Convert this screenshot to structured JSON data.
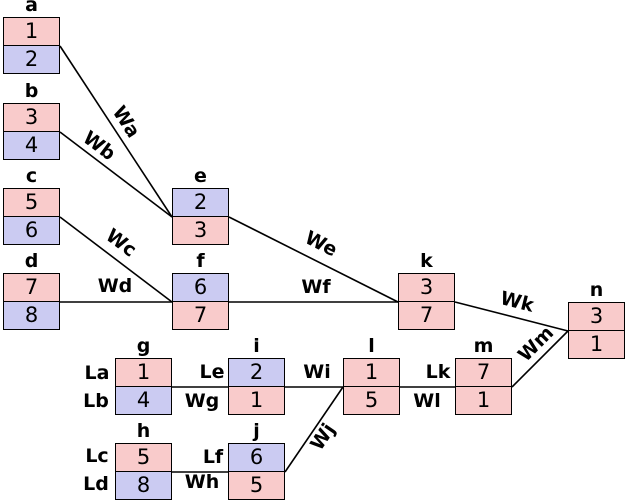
{
  "colors": {
    "cell_pink": "#f9cbcb",
    "cell_blue": "#cbcbf2",
    "edge_stroke": "#000000",
    "background": "#ffffff",
    "text": "#000000"
  },
  "nodes": {
    "a": {
      "name": "a",
      "cells": [
        "1",
        "2"
      ]
    },
    "b": {
      "name": "b",
      "cells": [
        "3",
        "4"
      ]
    },
    "c": {
      "name": "c",
      "cells": [
        "5",
        "6"
      ]
    },
    "d": {
      "name": "d",
      "cells": [
        "7",
        "8"
      ]
    },
    "e": {
      "name": "e",
      "cells": [
        "2",
        "3"
      ]
    },
    "f": {
      "name": "f",
      "cells": [
        "6",
        "7"
      ]
    },
    "g": {
      "name": "g",
      "cells": [
        "1",
        "4"
      ]
    },
    "h": {
      "name": "h",
      "cells": [
        "5",
        "8"
      ]
    },
    "i": {
      "name": "i",
      "cells": [
        "2",
        "1"
      ]
    },
    "j": {
      "name": "j",
      "cells": [
        "6",
        "5"
      ]
    },
    "k": {
      "name": "k",
      "cells": [
        "3",
        "7"
      ]
    },
    "l": {
      "name": "l",
      "cells": [
        "1",
        "5"
      ]
    },
    "m": {
      "name": "m",
      "cells": [
        "7",
        "1"
      ]
    },
    "n": {
      "name": "n",
      "cells": [
        "3",
        "1"
      ]
    }
  },
  "edge_labels": {
    "Wa": "Wa",
    "Wb": "Wb",
    "Wc": "Wc",
    "Wd": "Wd",
    "We": "We",
    "Wf": "Wf",
    "Wg": "Wg",
    "Wh": "Wh",
    "Wi": "Wi",
    "Wj": "Wj",
    "Wk": "Wk",
    "Wl": "Wl",
    "Wm": "Wm"
  },
  "port_labels": {
    "La": "La",
    "Lb": "Lb",
    "Lc": "Lc",
    "Ld": "Ld",
    "Le": "Le",
    "Lf": "Lf",
    "Lk": "Lk"
  }
}
